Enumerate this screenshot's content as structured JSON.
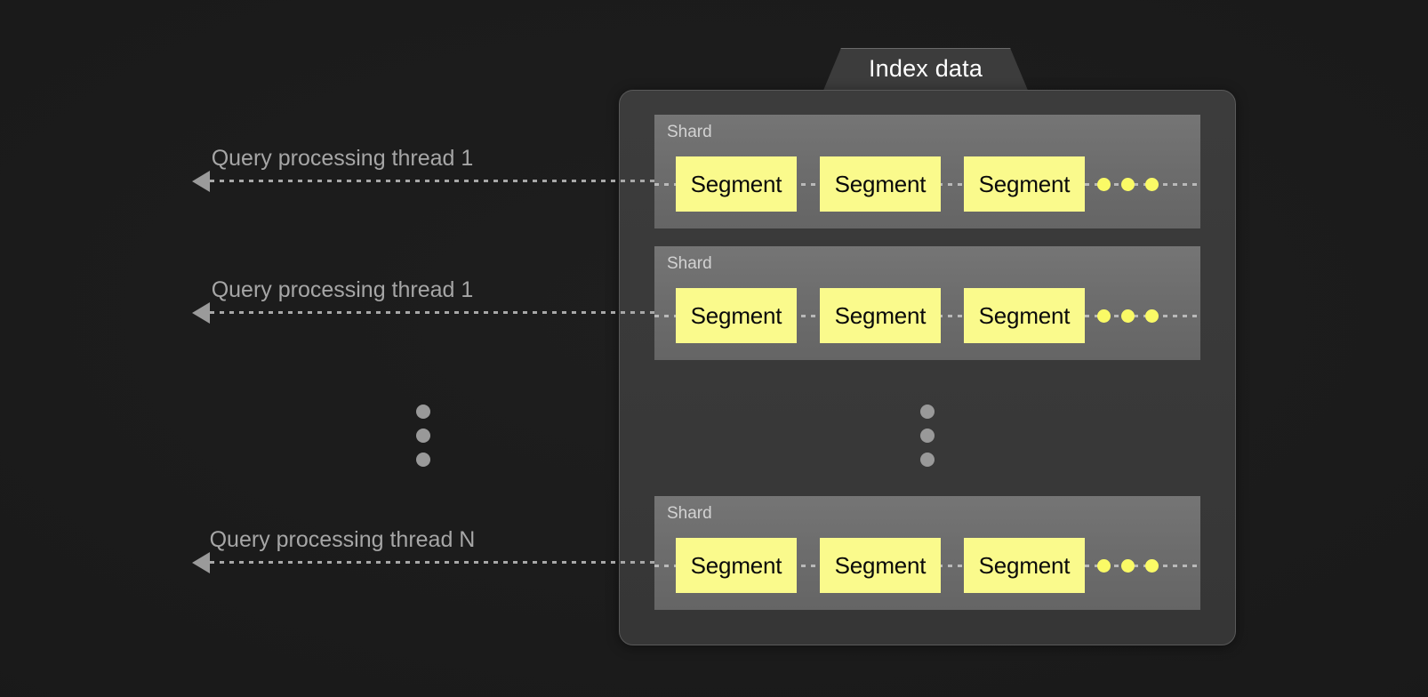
{
  "diagram": {
    "title": "Index data",
    "background_color": "#1a1a1a",
    "panel_color": "#3a3a3a",
    "shard_color": "#6d6d6d",
    "segment_color": "#fafa8c",
    "accent_color": "#fafa66",
    "line_color": "#a8a8a8"
  },
  "panel": {
    "tab_label": "Index data"
  },
  "shards": [
    {
      "label": "Shard",
      "segments": [
        "Segment",
        "Segment",
        "Segment"
      ],
      "ellipsis": "…",
      "thread_label": "Query processing thread 1"
    },
    {
      "label": "Shard",
      "segments": [
        "Segment",
        "Segment",
        "Segment"
      ],
      "ellipsis": "…",
      "thread_label": "Query processing thread 1"
    },
    {
      "label": "Shard",
      "segments": [
        "Segment",
        "Segment",
        "Segment"
      ],
      "ellipsis": "…",
      "thread_label": "Query processing thread N"
    }
  ],
  "ellipsis_markers": {
    "left_vertical": "vertical-ellipsis",
    "center_vertical": "vertical-ellipsis"
  }
}
